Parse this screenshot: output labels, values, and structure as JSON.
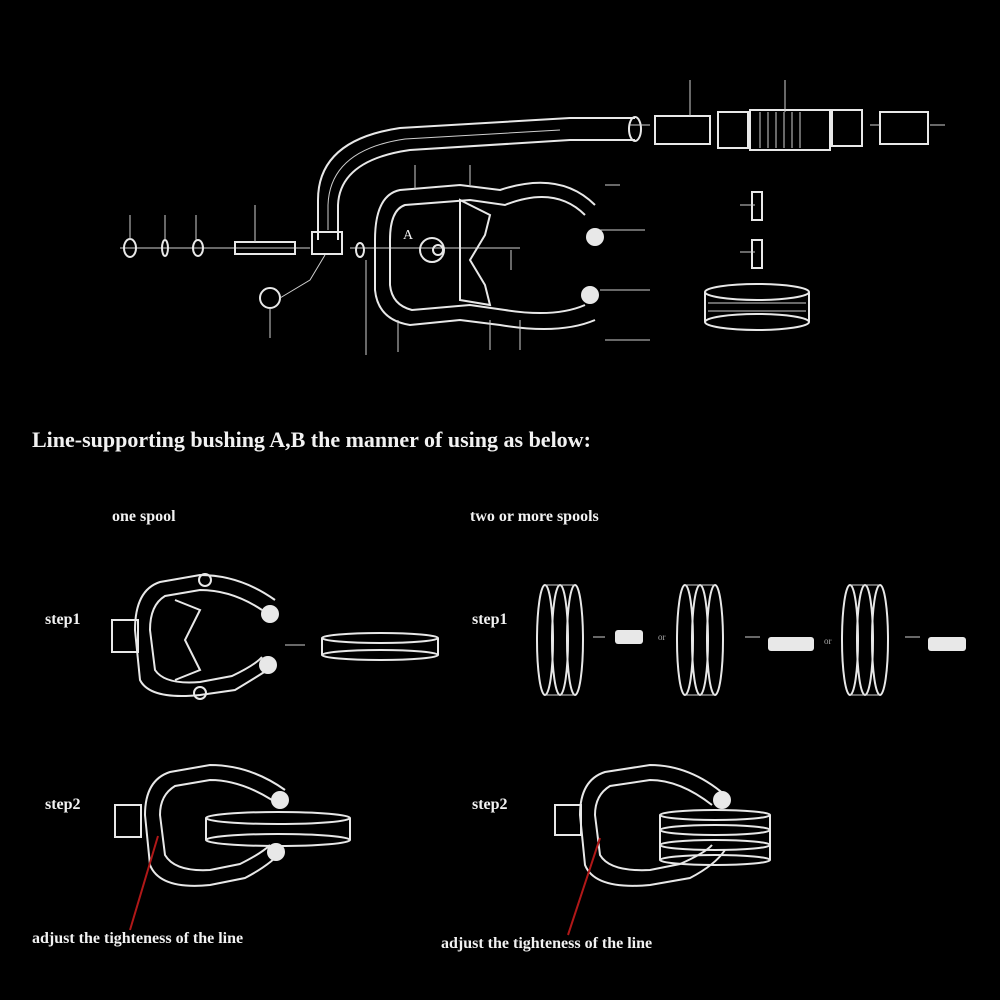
{
  "diagram": {
    "part_label_A": "A",
    "heading": "Line-supporting bushing A,B the manner of using as below:",
    "columns": {
      "one_spool": "one spool",
      "two_or_more_spools": "two or more spools"
    },
    "one_spool": {
      "step1": "step1",
      "step2": "step2",
      "note": "adjust the tighteness of the line"
    },
    "two_or_more_spools": {
      "step1": "step1",
      "step2": "step2",
      "or_marks": [
        "or",
        "or"
      ],
      "note": "adjust the tighteness of the line"
    },
    "colors": {
      "background": "#000000",
      "line_art": "#e8e8e8",
      "pointer": "#b01818"
    }
  }
}
